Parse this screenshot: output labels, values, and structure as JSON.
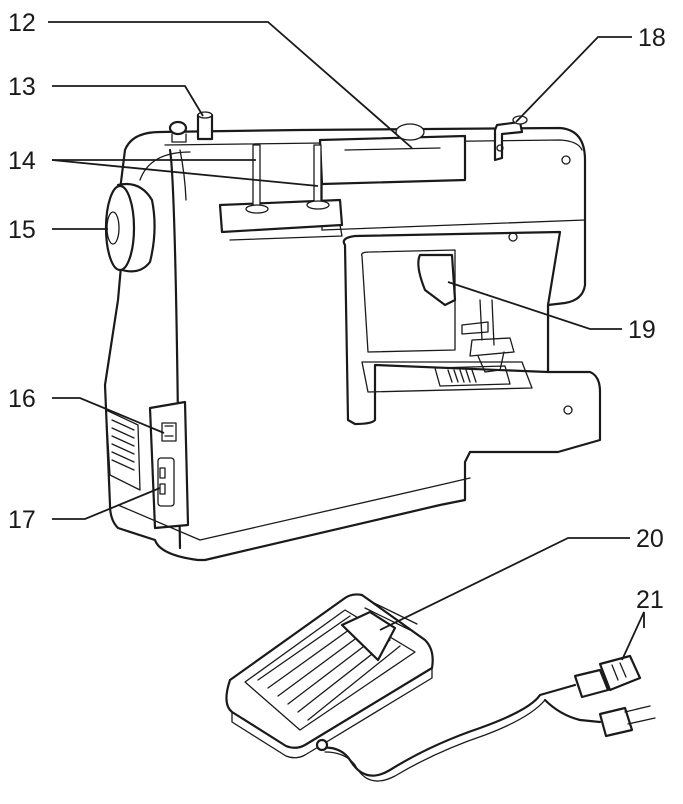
{
  "figure": {
    "callouts": [
      {
        "id": "spool-cover",
        "label": "12"
      },
      {
        "id": "bobbin-winder",
        "label": "13"
      },
      {
        "id": "spool-pins",
        "label": "14"
      },
      {
        "id": "handwheel",
        "label": "15"
      },
      {
        "id": "power-switch",
        "label": "16"
      },
      {
        "id": "power-socket",
        "label": "17"
      },
      {
        "id": "thread-guide",
        "label": "18"
      },
      {
        "id": "needle-threader",
        "label": "19"
      },
      {
        "id": "foot-controller",
        "label": "20"
      },
      {
        "id": "power-cord",
        "label": "21"
      }
    ]
  },
  "colors": {
    "line": "#1a1a1a",
    "background": "#ffffff"
  }
}
